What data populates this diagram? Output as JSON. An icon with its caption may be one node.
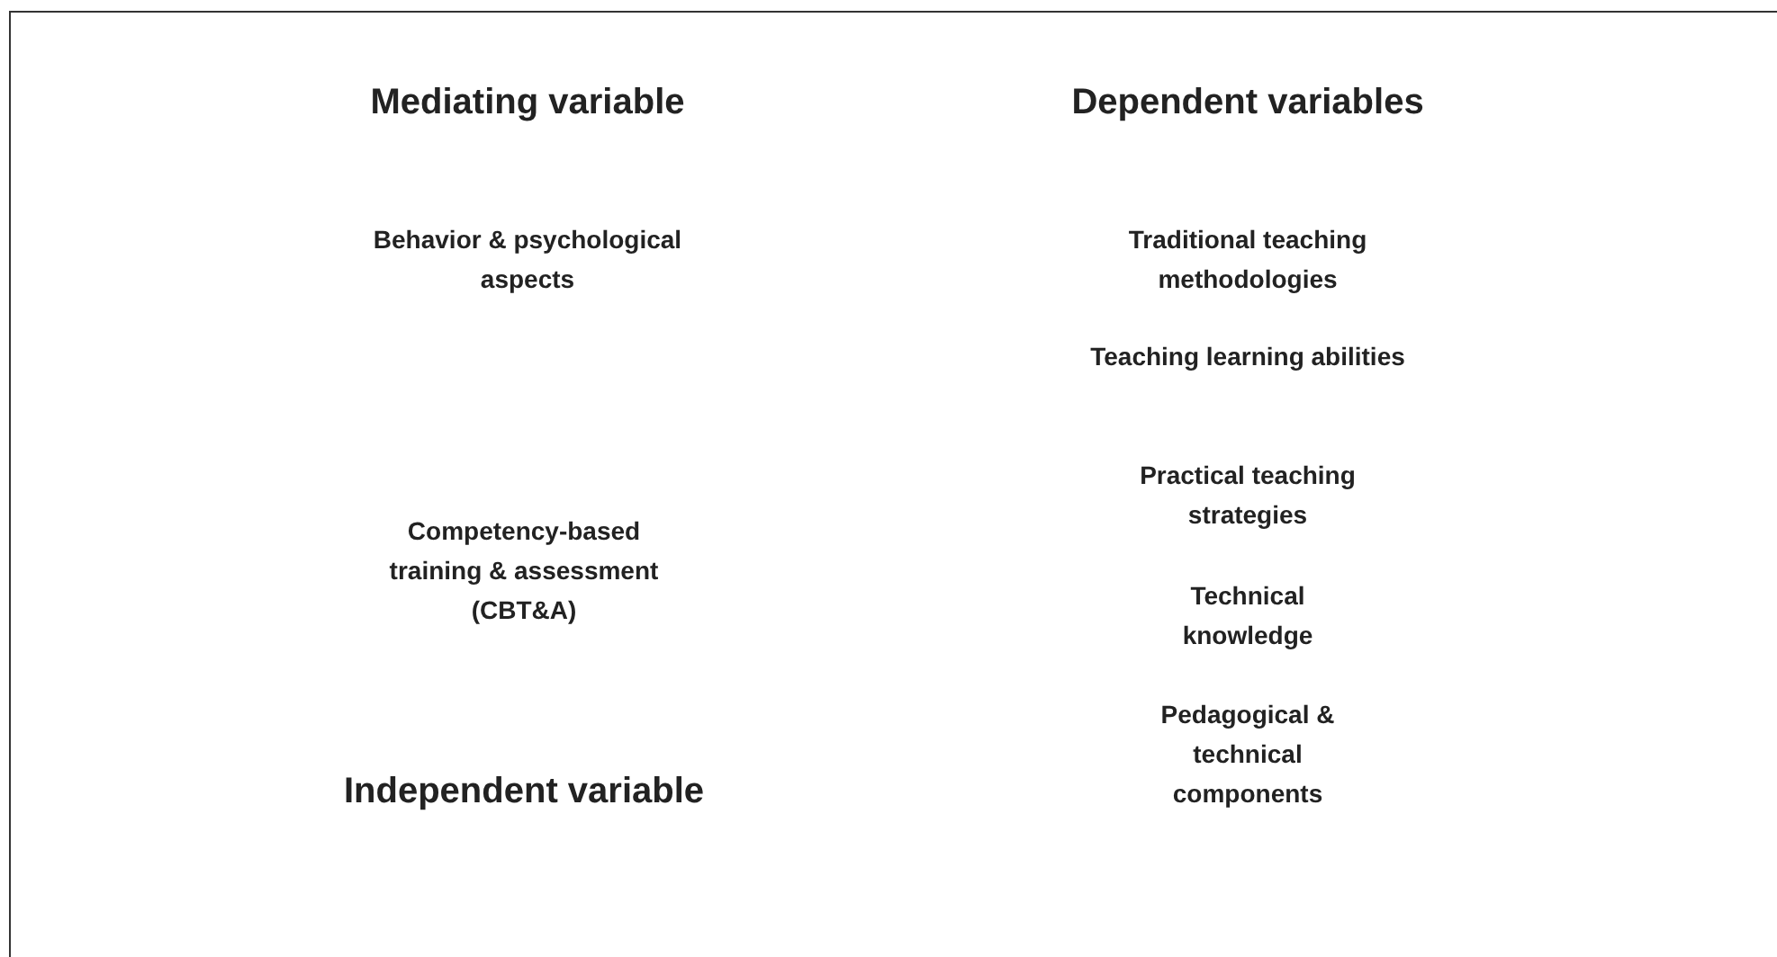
{
  "diagram": {
    "labels": [
      "Mediating variable",
      "Dependent variables",
      "Behavior & psychological aspects",
      "Traditional teaching methodologies",
      "Teaching learning abilities",
      "Practical teaching strategies",
      "Competency-based training & assessment (CBT&A)",
      "Technical knowledge",
      "Pedagogical & technical components",
      "Independent variable"
    ]
  }
}
